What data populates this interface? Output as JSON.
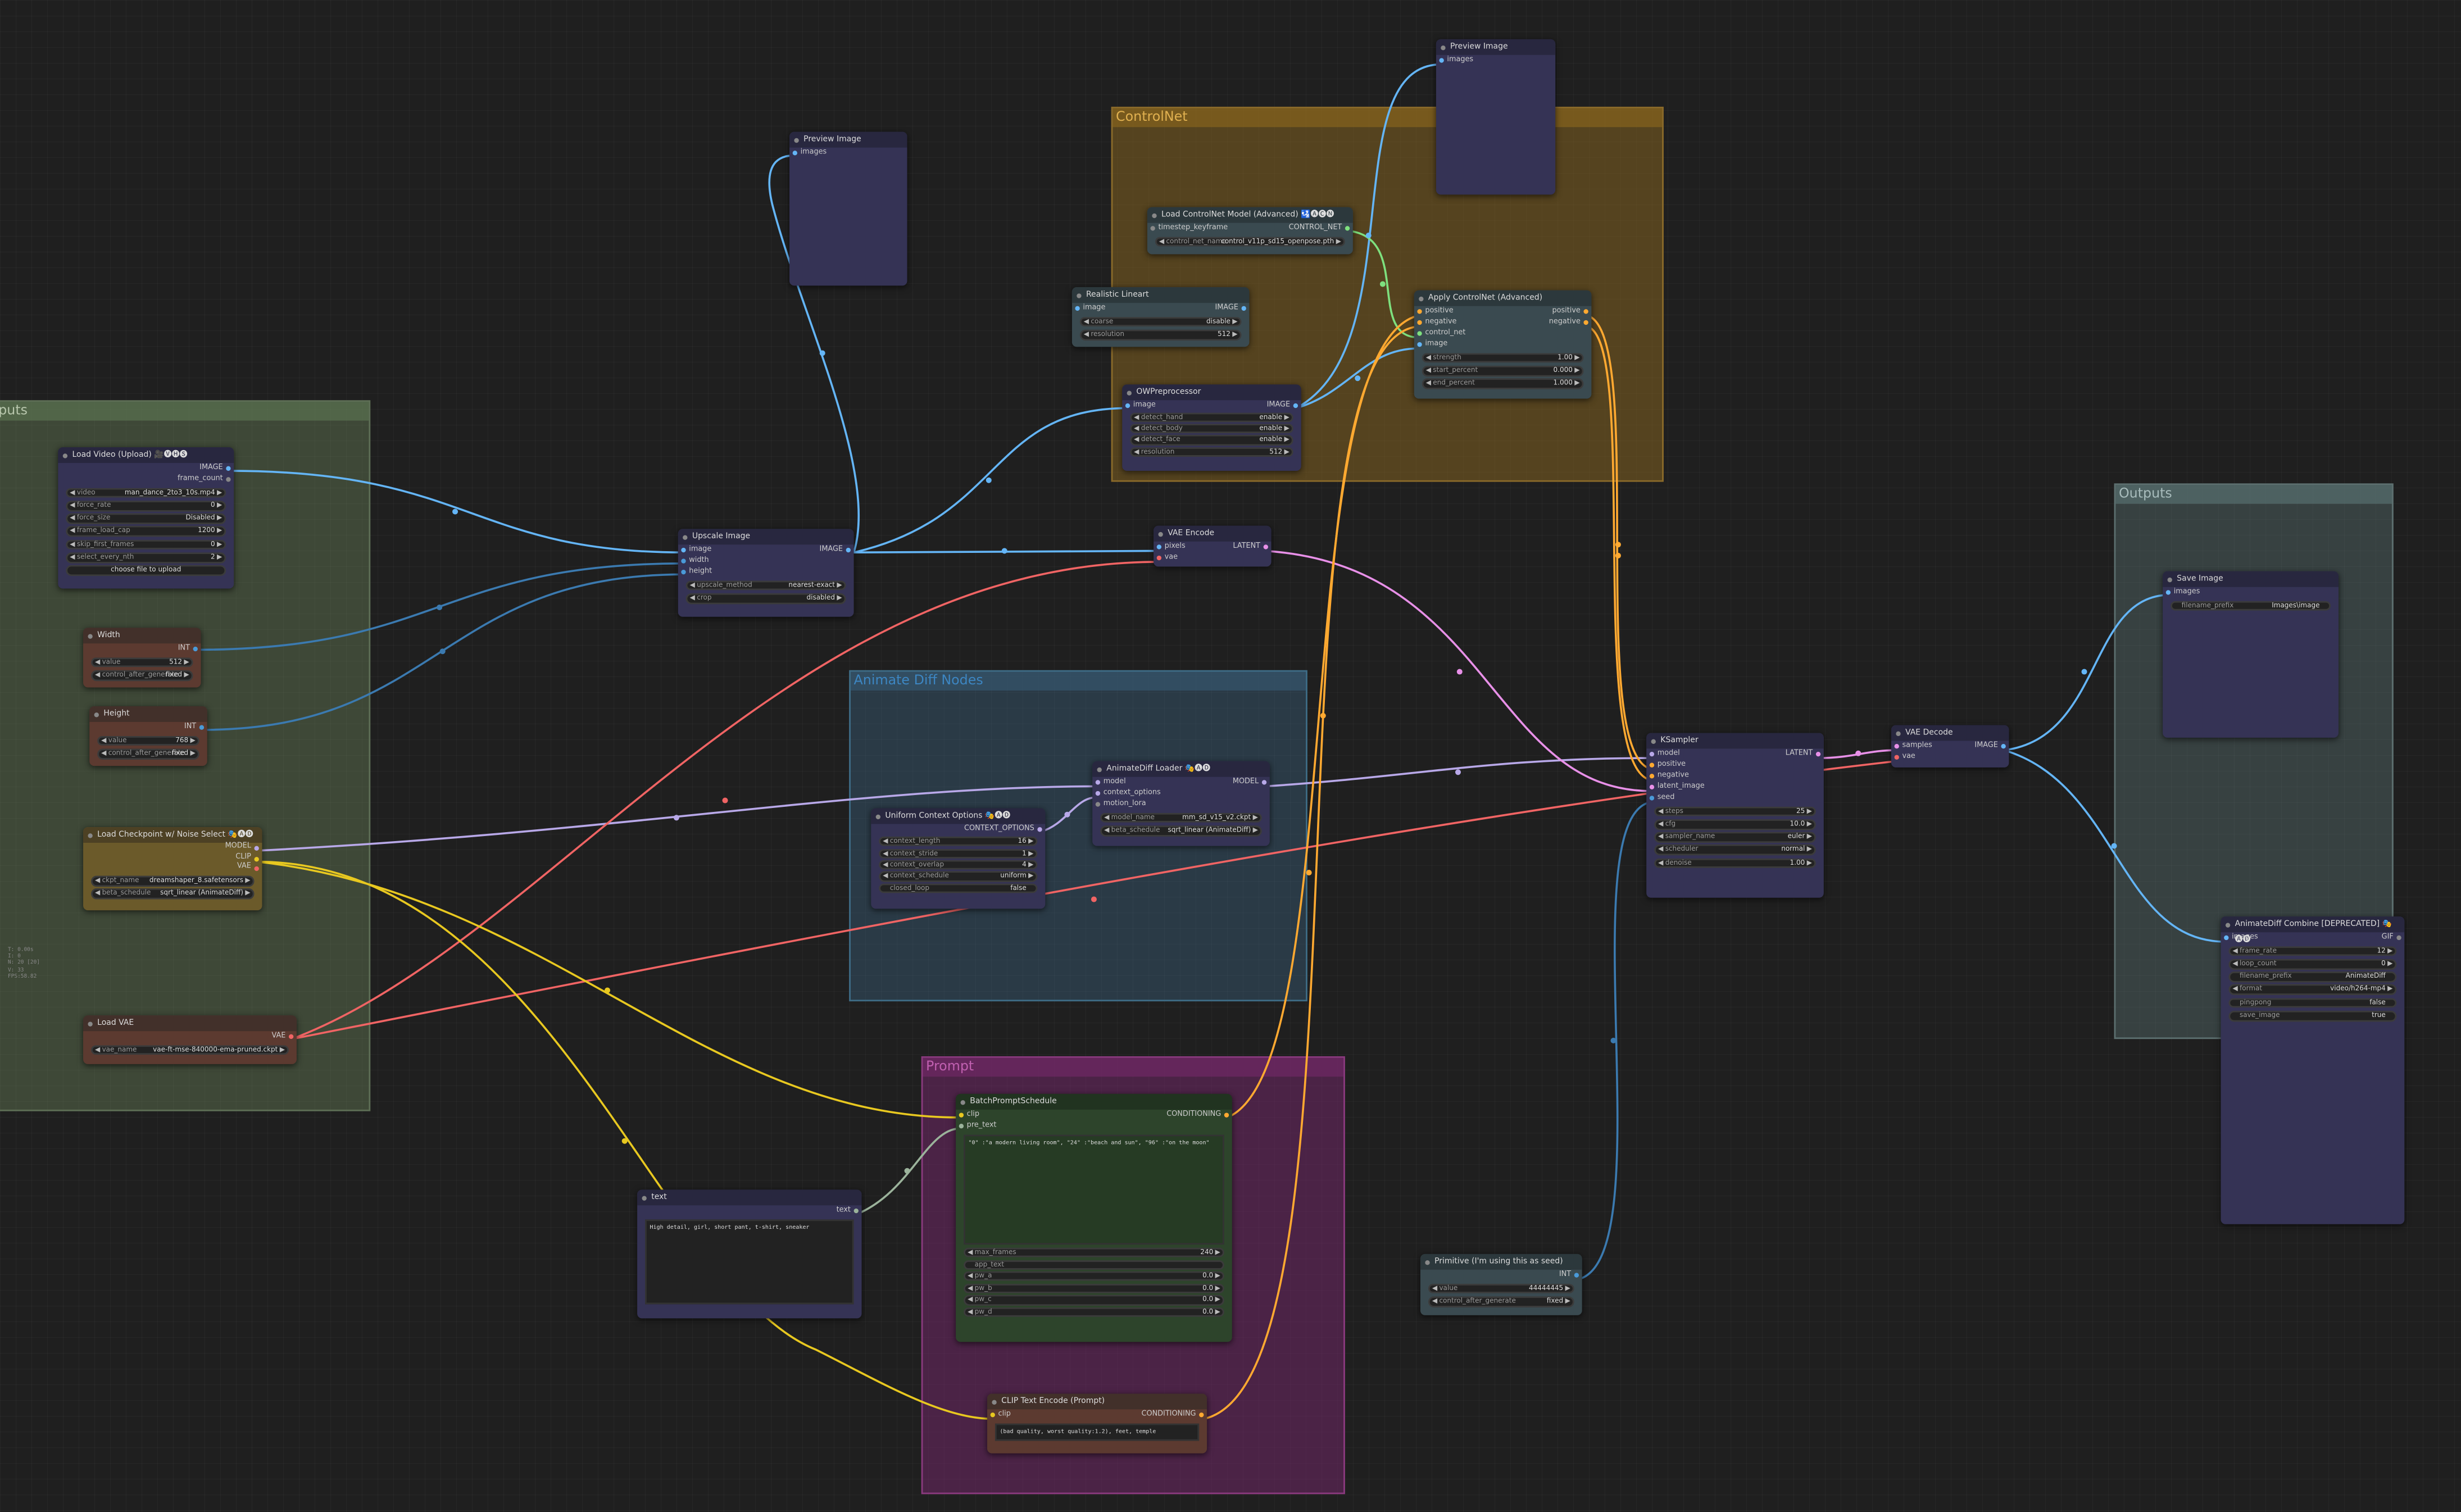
{
  "groups": {
    "inputs": {
      "title": "puts"
    },
    "controlnet": {
      "title": "ControlNet"
    },
    "animatediff": {
      "title": "Animate Diff Nodes"
    },
    "prompt": {
      "title": "Prompt"
    },
    "outputs": {
      "title": "Outputs"
    }
  },
  "colors": {
    "clip": "#e8c820",
    "model": "#b8a8e8",
    "image": "#64b5f6",
    "vae": "#f06464",
    "latent": "#e890e8",
    "conditioning": "#ffa931",
    "controlnet": "#7ee07e",
    "int": "#4a9ad8"
  },
  "load_video": {
    "title": "Load Video (Upload) 🎥🅥🅗🅢",
    "outputs": [
      "IMAGE",
      "frame_count"
    ],
    "widgets": [
      {
        "label": "video",
        "value": "man_dance_2to3_10s.mp4"
      },
      {
        "label": "force_rate",
        "value": "0"
      },
      {
        "label": "force_size",
        "value": "Disabled"
      },
      {
        "label": "frame_load_cap",
        "value": "1200"
      },
      {
        "label": "skip_first_frames",
        "value": "0"
      },
      {
        "label": "select_every_nth",
        "value": "2"
      }
    ],
    "button": "choose file to upload"
  },
  "width": {
    "title": "Width",
    "output": "INT",
    "widgets": [
      {
        "label": "value",
        "value": "512"
      },
      {
        "label": "control_after_generate",
        "value": "fixed"
      }
    ]
  },
  "height": {
    "title": "Height",
    "output": "INT",
    "widgets": [
      {
        "label": "value",
        "value": "768"
      },
      {
        "label": "control_after_generate",
        "value": "fixed"
      }
    ]
  },
  "checkpoint": {
    "title": "Load Checkpoint w/ Noise Select 🎭🅐🅓",
    "outputs": [
      "MODEL",
      "CLIP",
      "VAE"
    ],
    "widgets": [
      {
        "label": "ckpt_name",
        "value": "dreamshaper_8.safetensors"
      },
      {
        "label": "beta_schedule",
        "value": "sqrt_linear (AnimateDiff)"
      }
    ]
  },
  "load_vae": {
    "title": "Load VAE",
    "output": "VAE",
    "widgets": [
      {
        "label": "vae_name",
        "value": "vae-ft-mse-840000-ema-pruned.ckpt"
      }
    ]
  },
  "side_info": [
    "T: 0.00s",
    "I: 0",
    "N: 20 [20]",
    "V: 33",
    "FPS:58.82"
  ],
  "upscale": {
    "title": "Upscale Image",
    "inputs": [
      "image",
      "width",
      "height"
    ],
    "output": "IMAGE",
    "widgets": [
      {
        "label": "upscale_method",
        "value": "nearest-exact"
      },
      {
        "label": "crop",
        "value": "disabled"
      }
    ]
  },
  "preview1": {
    "title": "Preview Image",
    "input": "images"
  },
  "preview2": {
    "title": "Preview Image",
    "input": "images"
  },
  "controlnet_loader": {
    "title": "Load ControlNet Model (Advanced) 🛂🅐🅒🅝",
    "input": "timestep_keyframe",
    "output": "CONTROL_NET",
    "widgets": [
      {
        "label": "control_net_name",
        "value": "control_v11p_sd15_openpose.pth"
      }
    ]
  },
  "lineart": {
    "title": "Realistic Lineart",
    "input": "image",
    "output": "IMAGE",
    "widgets": [
      {
        "label": "coarse",
        "value": "disable"
      },
      {
        "label": "resolution",
        "value": "512"
      }
    ]
  },
  "openpose": {
    "title": "OWPreprocessor",
    "input": "image",
    "output": "IMAGE",
    "widgets": [
      {
        "label": "detect_hand",
        "value": "enable"
      },
      {
        "label": "detect_body",
        "value": "enable"
      },
      {
        "label": "detect_face",
        "value": "enable"
      },
      {
        "label": "resolution",
        "value": "512"
      }
    ]
  },
  "apply_controlnet": {
    "title": "Apply ControlNet (Advanced)",
    "inputs": [
      "positive",
      "negative",
      "control_net",
      "image"
    ],
    "outputs": [
      "positive",
      "negative"
    ],
    "widgets": [
      {
        "label": "strength",
        "value": "1.00"
      },
      {
        "label": "start_percent",
        "value": "0.000"
      },
      {
        "label": "end_percent",
        "value": "1.000"
      }
    ]
  },
  "vae_encode": {
    "title": "VAE Encode",
    "inputs": [
      "pixels",
      "vae"
    ],
    "output": "LATENT"
  },
  "animatediff_loader": {
    "title": "AnimateDiff Loader 🎭🅐🅓",
    "inputs": [
      "model",
      "context_options",
      "motion_lora"
    ],
    "output": "MODEL",
    "widgets": [
      {
        "label": "model_name",
        "value": "mm_sd_v15_v2.ckpt"
      },
      {
        "label": "beta_schedule",
        "value": "sqrt_linear (AnimateDiff)"
      }
    ]
  },
  "context_options": {
    "title": "Uniform Context Options 🎭🅐🅓",
    "output": "CONTEXT_OPTIONS",
    "widgets": [
      {
        "label": "context_length",
        "value": "16"
      },
      {
        "label": "context_stride",
        "value": "1"
      },
      {
        "label": "context_overlap",
        "value": "4"
      },
      {
        "label": "context_schedule",
        "value": "uniform"
      },
      {
        "label": "closed_loop",
        "value": "false"
      }
    ]
  },
  "ksampler": {
    "title": "KSampler",
    "inputs": [
      "model",
      "positive",
      "negative",
      "latent_image",
      "seed"
    ],
    "output": "LATENT",
    "widgets": [
      {
        "label": "steps",
        "value": "25"
      },
      {
        "label": "cfg",
        "value": "10.0"
      },
      {
        "label": "sampler_name",
        "value": "euler"
      },
      {
        "label": "scheduler",
        "value": "normal"
      },
      {
        "label": "denoise",
        "value": "1.00"
      }
    ]
  },
  "vae_decode": {
    "title": "VAE Decode",
    "inputs": [
      "samples",
      "vae"
    ],
    "output": "IMAGE"
  },
  "save_image": {
    "title": "Save Image",
    "input": "images",
    "widgets": [
      {
        "label": "filename_prefix",
        "value": "Images\\image"
      }
    ]
  },
  "combine": {
    "title": "AnimateDiff Combine [DEPRECATED] 🎭🅐🅓",
    "input": "images",
    "output": "GIF",
    "widgets": [
      {
        "label": "frame_rate",
        "value": "12"
      },
      {
        "label": "loop_count",
        "value": "0"
      },
      {
        "label": "filename_prefix",
        "value": "AnimateDiff"
      },
      {
        "label": "format",
        "value": "video/h264-mp4"
      },
      {
        "label": "pingpong",
        "value": "false"
      },
      {
        "label": "save_image",
        "value": "true"
      }
    ]
  },
  "text_node": {
    "title": "text",
    "output": "text",
    "text": "High detail, girl, short pant, t-shirt, sneaker"
  },
  "batch_prompt": {
    "title": "BatchPromptSchedule",
    "inputs": [
      "clip",
      "pre_text"
    ],
    "output": "CONDITIONING",
    "text": "\"0\" :\"a modern living room\", \"24\" :\"beach and sun\", \"96\" :\"on the moon\"",
    "widgets": [
      {
        "label": "max_frames",
        "value": "240"
      },
      {
        "label": "app_text",
        "value": ""
      },
      {
        "label": "pw_a",
        "value": "0.0"
      },
      {
        "label": "pw_b",
        "value": "0.0"
      },
      {
        "label": "pw_c",
        "value": "0.0"
      },
      {
        "label": "pw_d",
        "value": "0.0"
      }
    ]
  },
  "clip_encode": {
    "title": "CLIP Text Encode (Prompt)",
    "input": "clip",
    "output": "CONDITIONING",
    "text": "(bad quality, worst quality:1.2), feet, temple"
  },
  "primitive": {
    "title": "Primitive (I'm using this as seed)",
    "output": "INT",
    "widgets": [
      {
        "label": "value",
        "value": "44444445"
      },
      {
        "label": "control_after_generate",
        "value": "fixed"
      }
    ]
  }
}
